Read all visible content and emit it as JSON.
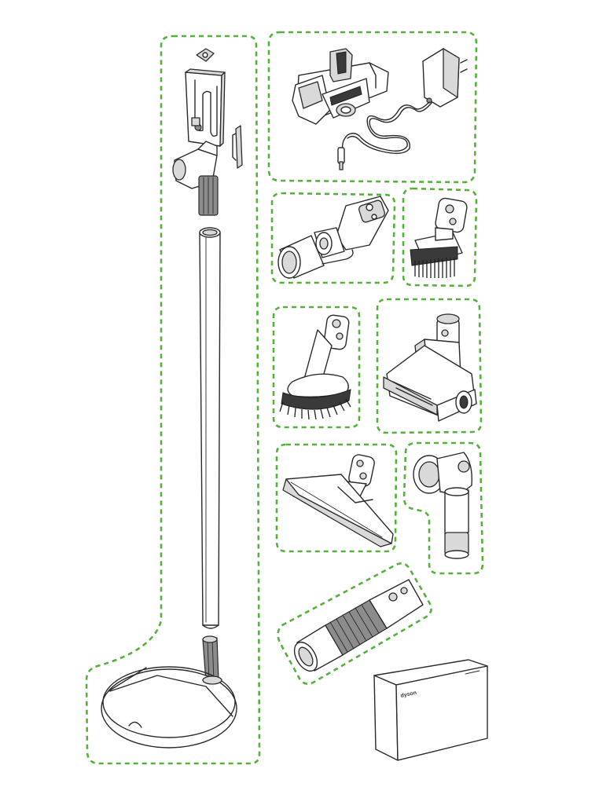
{
  "colors": {
    "dashed_outline": "#55b03c",
    "line_art": "#2a2a2a",
    "fill_light": "#d9d9d9",
    "fill_mid": "#8c8c8c",
    "bristle": "#1f1f1f",
    "background": "#ffffff"
  },
  "box": {
    "brand": "dyson"
  },
  "components": [
    "wall-clip",
    "tool-holder-bracket",
    "wand-tube",
    "floor-stand-base",
    "battery-pack",
    "charger",
    "up-top-adapter",
    "mini-dusting-brush",
    "soft-dusting-brush",
    "mini-motorised-tool",
    "wide-nozzle-tool",
    "light-pipe-adapter",
    "flexible-hose-tool",
    "packaging-box"
  ]
}
